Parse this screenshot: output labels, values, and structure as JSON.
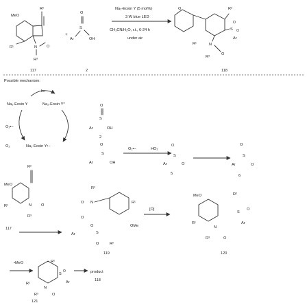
{
  "reaction": {
    "cond1": "Na₂-Eosin Y (5 mol%)",
    "cond2": "3 W blue LED",
    "cond3": "CH₃CN/H₂O, r.t., 6-24 h",
    "cond4": "under air",
    "plus": "+",
    "sulfinic_acid": "OH",
    "label_reactant1": "117",
    "label_reactant2": "2",
    "label_product": "118"
  },
  "mechanism": {
    "title": "Possible mechanism:",
    "hv": "hv",
    "eosin_ground": "Na₂-Eosin Y",
    "eosin_excited": "Na₂-Eosin Y*",
    "eosin_radical_anion": "Na₂-Eosin Y•−",
    "o2": "O₂",
    "superoxide": "O₂•−",
    "ho2": "HO₂",
    "label_2": "2",
    "label_5": "5",
    "label_6": "6",
    "label_117": "117",
    "label_119": "119",
    "label_120": "120",
    "label_121": "121",
    "label_118": "118",
    "oxidant": "[O]",
    "product": "product"
  },
  "atoms": {
    "meo": "MeO",
    "r": "R",
    "r1": "R¹",
    "r2": "R²",
    "r3": "R³",
    "n": "N",
    "o": "O",
    "s": "S",
    "ar": "Ar",
    "ome": "OMe",
    "meo_radical": "•MeO"
  },
  "colors": {
    "ink": "#222222",
    "bond": "#333333",
    "rule": "#555555",
    "background": "#ffffff"
  }
}
